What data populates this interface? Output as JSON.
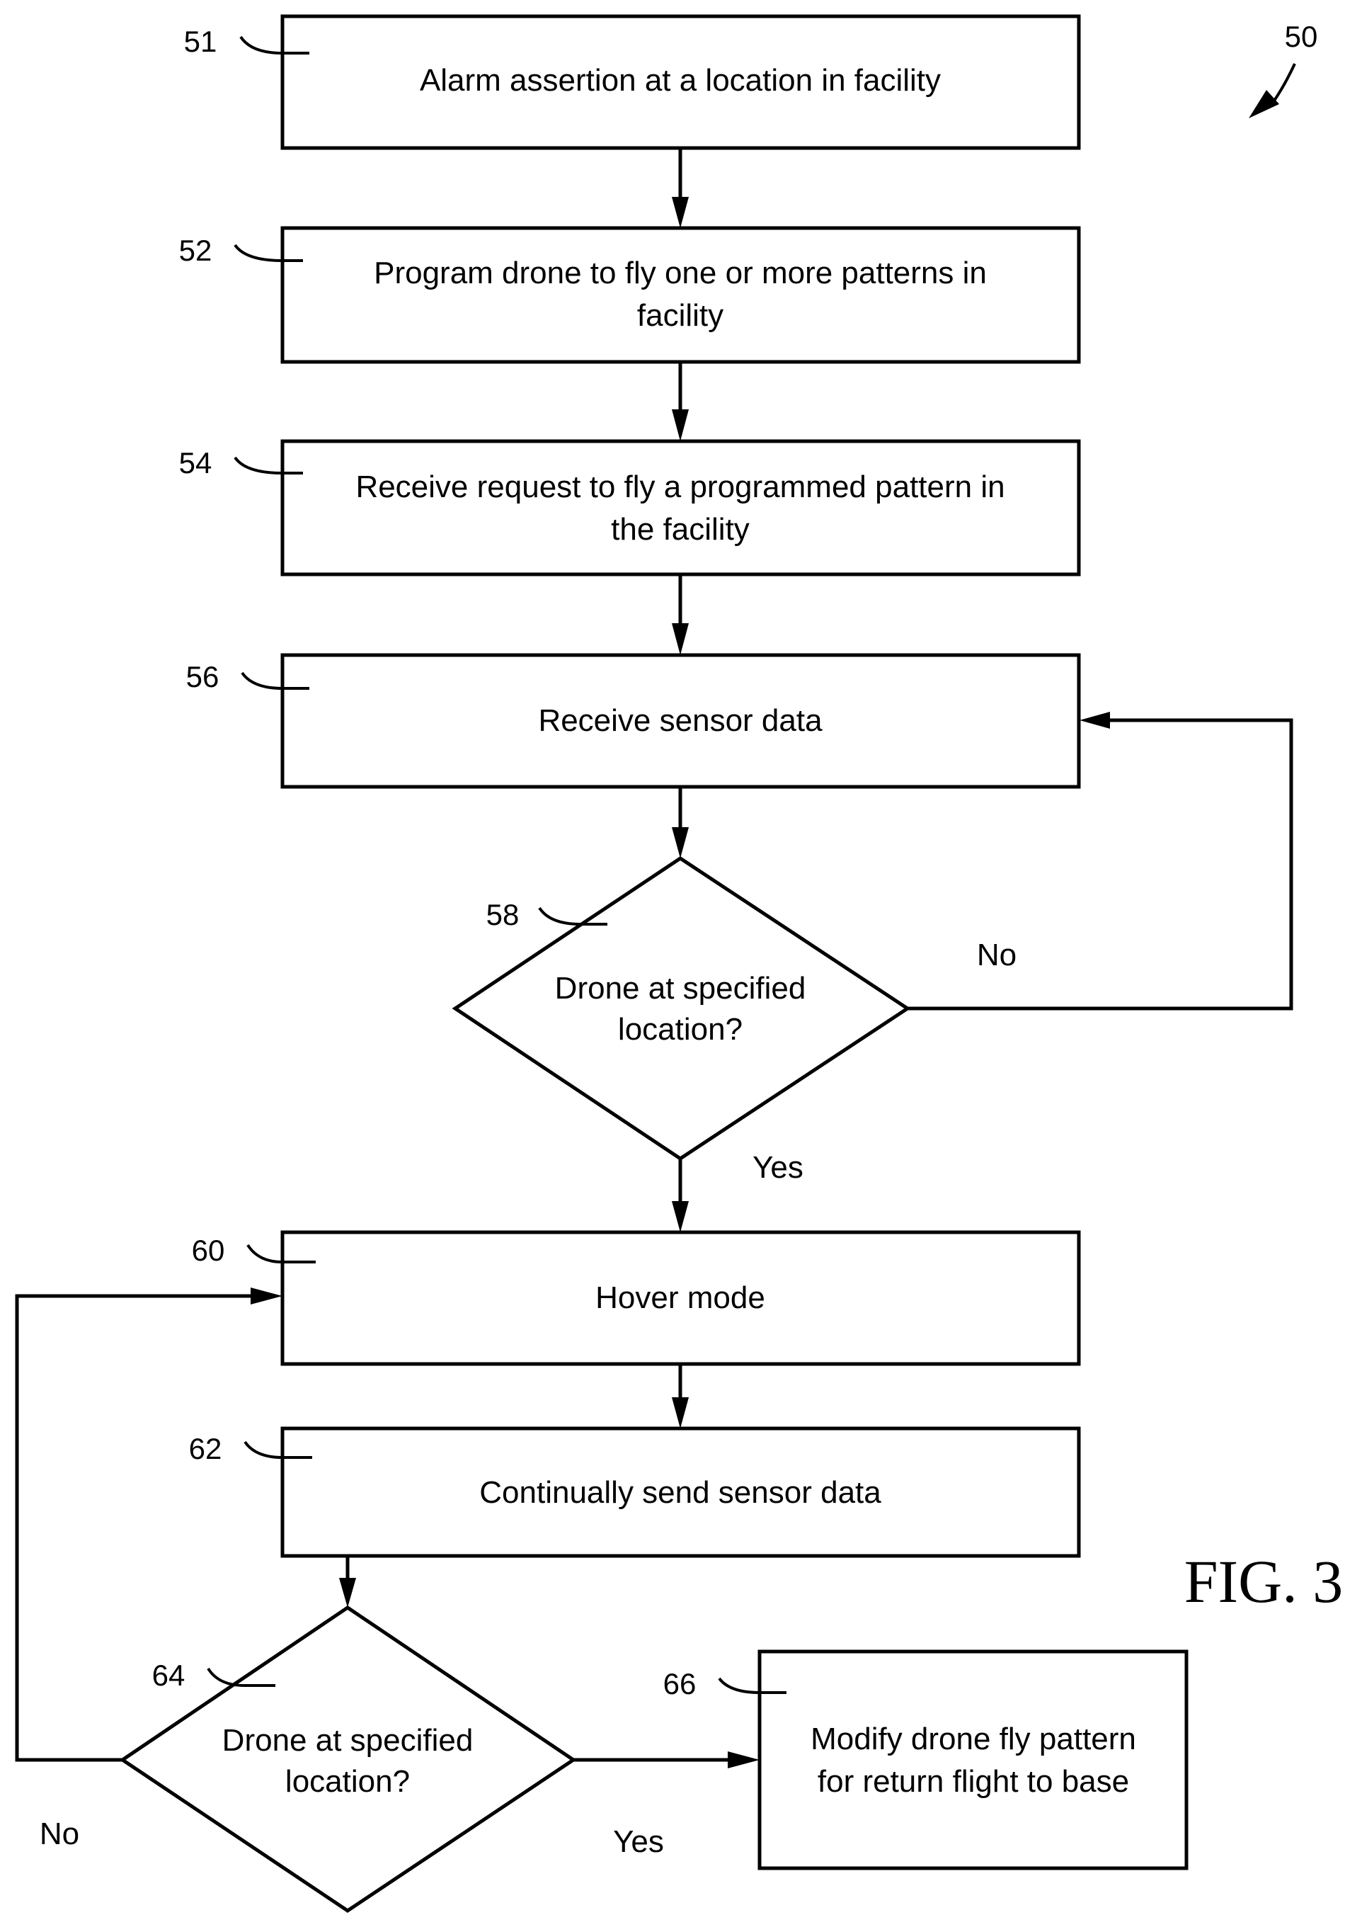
{
  "figure": {
    "label": "FIG. 3",
    "reference": "50"
  },
  "steps": [
    {
      "ref": "51",
      "type": "process",
      "lines": [
        "Alarm assertion at a location in facility"
      ]
    },
    {
      "ref": "52",
      "type": "process",
      "lines": [
        "Program drone to fly one or more patterns in",
        "facility"
      ]
    },
    {
      "ref": "54",
      "type": "process",
      "lines": [
        "Receive request to fly a programmed pattern in",
        "the facility"
      ]
    },
    {
      "ref": "56",
      "type": "process",
      "lines": [
        "Receive sensor data"
      ]
    },
    {
      "ref": "58",
      "type": "decision",
      "lines": [
        "Drone at specified",
        "location?"
      ]
    },
    {
      "ref": "60",
      "type": "process",
      "lines": [
        "Hover mode"
      ]
    },
    {
      "ref": "62",
      "type": "process",
      "lines": [
        "Continually send sensor data"
      ]
    },
    {
      "ref": "64",
      "type": "decision",
      "lines": [
        "Drone at specified",
        "location?"
      ]
    },
    {
      "ref": "66",
      "type": "process",
      "lines": [
        "Modify drone fly pattern",
        "for return flight to base"
      ]
    }
  ],
  "branches": {
    "d58_no": "No",
    "d58_yes": "Yes",
    "d64_no": "No",
    "d64_yes": "Yes"
  },
  "edges": [
    {
      "from": "51",
      "to": "52"
    },
    {
      "from": "52",
      "to": "54"
    },
    {
      "from": "54",
      "to": "56"
    },
    {
      "from": "56",
      "to": "58"
    },
    {
      "from": "58",
      "to": "56",
      "label": "No"
    },
    {
      "from": "58",
      "to": "60",
      "label": "Yes"
    },
    {
      "from": "60",
      "to": "62"
    },
    {
      "from": "62",
      "to": "64"
    },
    {
      "from": "64",
      "to": "60",
      "label": "No"
    },
    {
      "from": "64",
      "to": "66",
      "label": "Yes"
    }
  ]
}
